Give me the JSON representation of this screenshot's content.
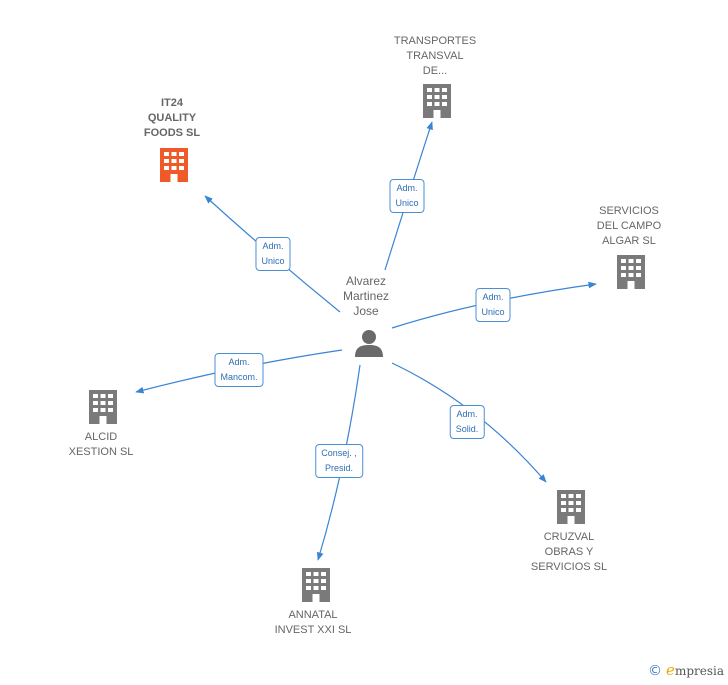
{
  "colors": {
    "edge": "#3a84d4",
    "building": "#7a7a7a",
    "building_highlight": "#f05a28",
    "person": "#6a6a6a",
    "label": "#666666",
    "edge_label_text": "#2d6db5"
  },
  "center": {
    "id": "person",
    "label": "Alvarez\nMartinez\nJose",
    "icon": "person-icon"
  },
  "nodes": [
    {
      "id": "it24",
      "label": "IT24\nQUALITY\nFOODS  SL",
      "icon": "building-icon",
      "highlight": true
    },
    {
      "id": "transval",
      "label": "TRANSPORTES\nTRANSVAL\nDE...",
      "icon": "building-icon",
      "highlight": false
    },
    {
      "id": "servicios",
      "label": "SERVICIOS\nDEL CAMPO\nALGAR  SL",
      "icon": "building-icon",
      "highlight": false
    },
    {
      "id": "alcid",
      "label": "ALCID\nXESTION  SL",
      "icon": "building-icon",
      "highlight": false
    },
    {
      "id": "cruzval",
      "label": "CRUZVAL\nOBRAS Y\nSERVICIOS  SL",
      "icon": "building-icon",
      "highlight": false
    },
    {
      "id": "annatal",
      "label": "ANNATAL\nINVEST XXI SL",
      "icon": "building-icon",
      "highlight": false
    }
  ],
  "edges": [
    {
      "to": "it24",
      "label": "Adm.\nUnico"
    },
    {
      "to": "transval",
      "label": "Adm.\nUnico"
    },
    {
      "to": "servicios",
      "label": "Adm.\nUnico"
    },
    {
      "to": "alcid",
      "label": "Adm.\nMancom."
    },
    {
      "to": "cruzval",
      "label": "Adm.\nSolid."
    },
    {
      "to": "annatal",
      "label": "Consej. ,\nPresid."
    }
  ],
  "brand": {
    "copyright": "©",
    "initial": "e",
    "name": "mpresia"
  }
}
